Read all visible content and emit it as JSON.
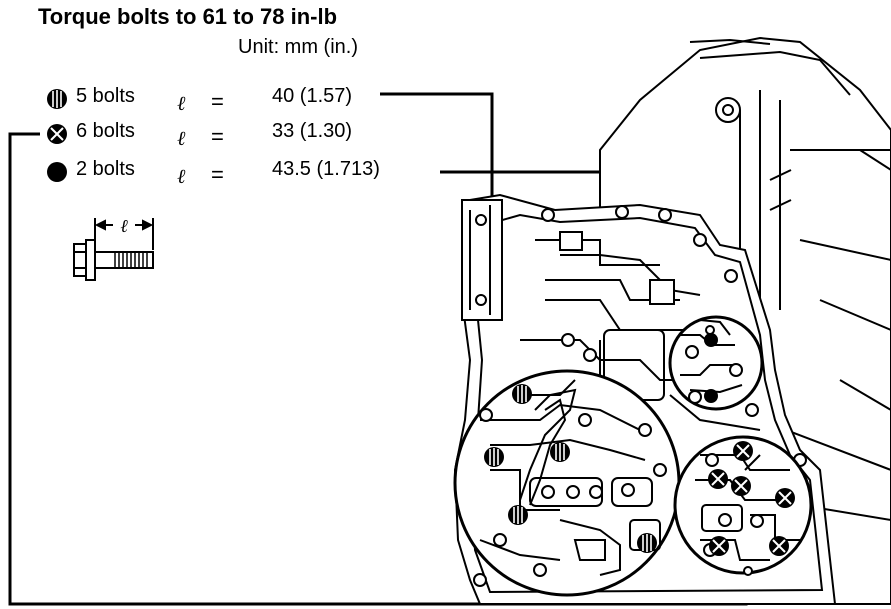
{
  "header": {
    "title": "Torque bolts to 61 to 78 in-lb",
    "unit": "Unit: mm (in.)"
  },
  "bolt_groups": [
    {
      "icon": "hatched-bolt-icon",
      "count": "5 bolts",
      "symbol": "ℓ",
      "equals": "=",
      "length": "40 (1.57)"
    },
    {
      "icon": "cross-bolt-icon",
      "count": "6 bolts",
      "symbol": "ℓ",
      "equals": "=",
      "length": "33 (1.30)"
    },
    {
      "icon": "solid-bolt-icon",
      "count": "2 bolts",
      "symbol": "ℓ",
      "equals": "=",
      "length": "43.5 (1.713)"
    }
  ],
  "bolt_sketch": {
    "length_symbol": "ℓ"
  }
}
